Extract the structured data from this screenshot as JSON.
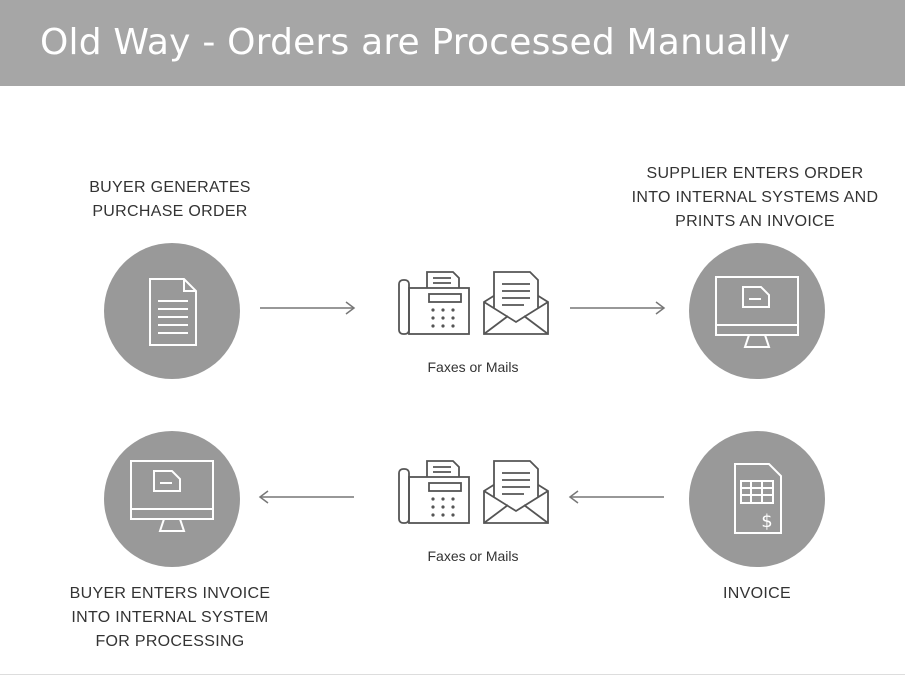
{
  "title": "Old Way - Orders are Processed Manually",
  "steps": {
    "buyer_generates": [
      "BUYER GENERATES",
      "PURCHASE ORDER"
    ],
    "supplier_enters": [
      "SUPPLIER ENTERS ORDER",
      "INTO INTERNAL SYSTEMS AND",
      "PRINTS AN INVOICE"
    ],
    "invoice": [
      "INVOICE"
    ],
    "buyer_enters": [
      "BUYER ENTERS INVOICE",
      "INTO INTERNAL SYSTEM",
      "FOR PROCESSING"
    ]
  },
  "transport": {
    "top_label": "Faxes or Mails",
    "bottom_label": "Faxes or Mails"
  },
  "icons": {
    "buyer_generates": "document-icon",
    "supplier_enters": "computer-monitor-icon",
    "invoice": "invoice-dollar-icon",
    "buyer_enters": "computer-monitor-icon",
    "transport": [
      "fax-machine-icon",
      "mail-envelope-icon"
    ]
  },
  "colors": {
    "title_bar": "#a6a6a6",
    "circle_fill": "#999999",
    "icon_stroke": "#ffffff",
    "line_art": "#555555"
  }
}
